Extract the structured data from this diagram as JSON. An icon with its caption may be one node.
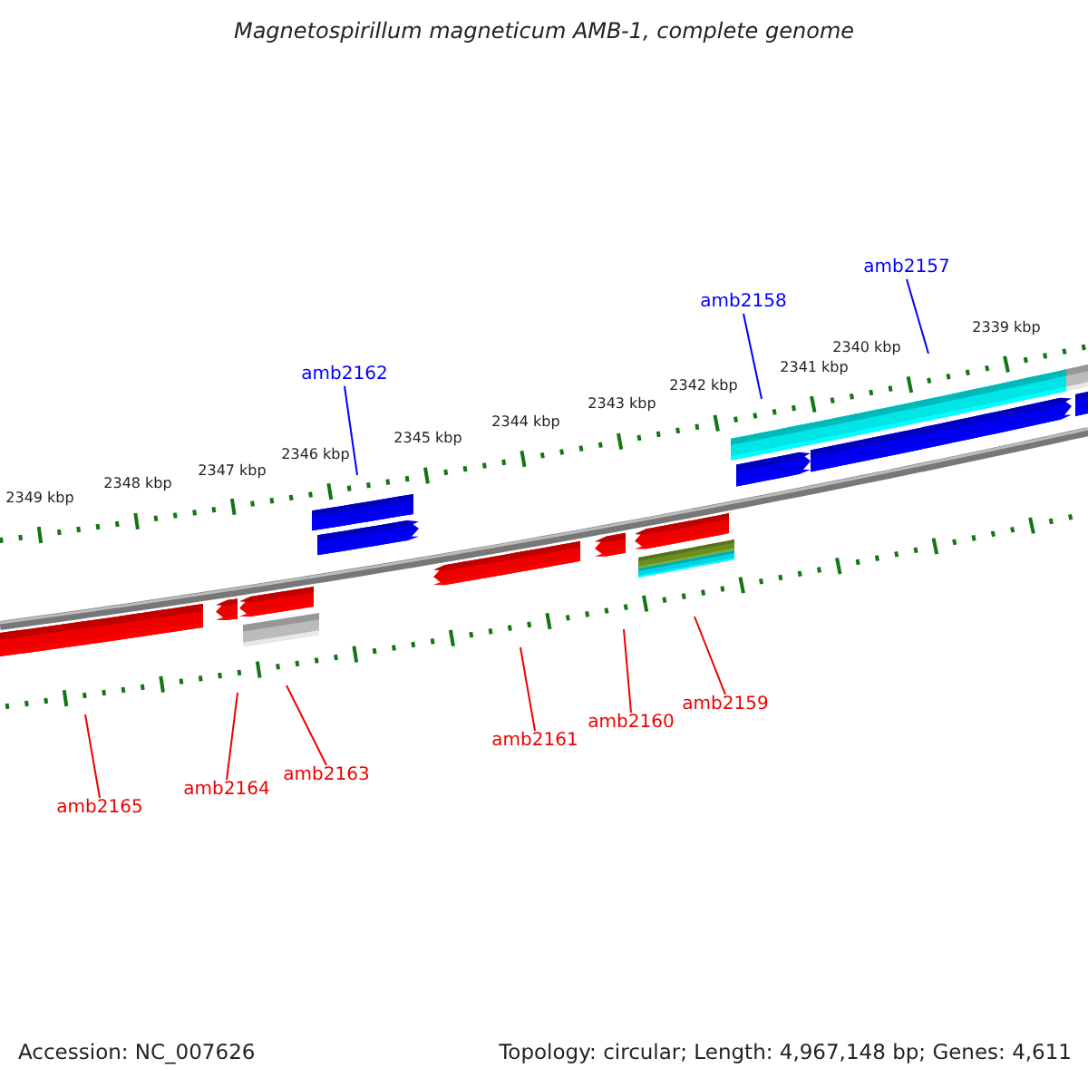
{
  "diagram": {
    "title": "Magnetospirillum magneticum AMB-1, complete genome",
    "nodes": [
      {
        "text": [
          "amb2157"
        ]
      },
      {
        "text": [
          "amb2158"
        ]
      },
      {
        "text": [
          "amb2162"
        ]
      },
      {
        "text": [
          "amb2159"
        ]
      },
      {
        "text": [
          "amb2160"
        ]
      },
      {
        "text": [
          "amb2161"
        ]
      },
      {
        "text": [
          "amb2163"
        ]
      },
      {
        "text": [
          "amb2164"
        ]
      },
      {
        "text": [
          "amb2165"
        ]
      }
    ],
    "edges": [
      {
        "from": 0,
        "to": null,
        "arrow": "none",
        "color": "#0000ff"
      },
      {
        "from": 1,
        "to": null,
        "arrow": "none",
        "color": "#0000ff"
      },
      {
        "from": 2,
        "to": null,
        "arrow": "none",
        "color": "#0000ff"
      },
      {
        "from": 3,
        "to": null,
        "arrow": "none"
      },
      {
        "from": 4,
        "to": null,
        "arrow": "none"
      },
      {
        "from": 5,
        "to": null,
        "arrow": "none"
      },
      {
        "from": 6,
        "to": null,
        "arrow": "none"
      },
      {
        "from": 7,
        "to": null,
        "arrow": "none"
      },
      {
        "from": 8,
        "to": null,
        "arrow": "none"
      }
    ],
    "labels": [
      "2349 kbp",
      "2348 kbp",
      "2347 kbp",
      "2346 kbp",
      "2345 kbp",
      "2344 kbp",
      "2343 kbp",
      "2342 kbp",
      "2341 kbp",
      "2340 kbp",
      "2339 kbp",
      "Accession: NC_007626",
      "Topology: circular; Length: 4,967,148 bp; Genes: 4,611"
    ]
  }
}
